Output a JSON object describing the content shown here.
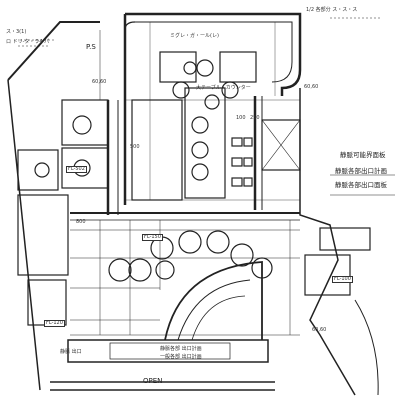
{
  "plan": {
    "labels": {
      "top_right_note": "1/2 各部分  ス・ス・ス",
      "top_left_note": "ロ ドリ-タ・ラ4 パ",
      "top_left_note2": "ス・3(1)",
      "ps": "P.S",
      "dim_top_left": "60,60",
      "dim_right_upper": "60,60",
      "dim_right_lower": "60,60",
      "dim_500": "500",
      "dim_100": "100",
      "dim_250": "250",
      "dim_800": "800",
      "fl_502": "FL-502",
      "fl_150": "FL-150",
      "fl_100": "FL-100",
      "fl_120": "FL-120",
      "open": "OPEN",
      "legend_1": "静脈可能界面板",
      "legend_2": "静脈各部出口計画",
      "legend_3": "静脈各部出口面板",
      "note_top_room": "ミグレ・ガ・ール(レ)",
      "note_counter": "大テーブル・カウンター",
      "bottom_note_1": "静脈 出口",
      "bottom_note_2": "静脈各部 出口計画",
      "bottom_note_3": "一般各部 出口計画"
    }
  }
}
